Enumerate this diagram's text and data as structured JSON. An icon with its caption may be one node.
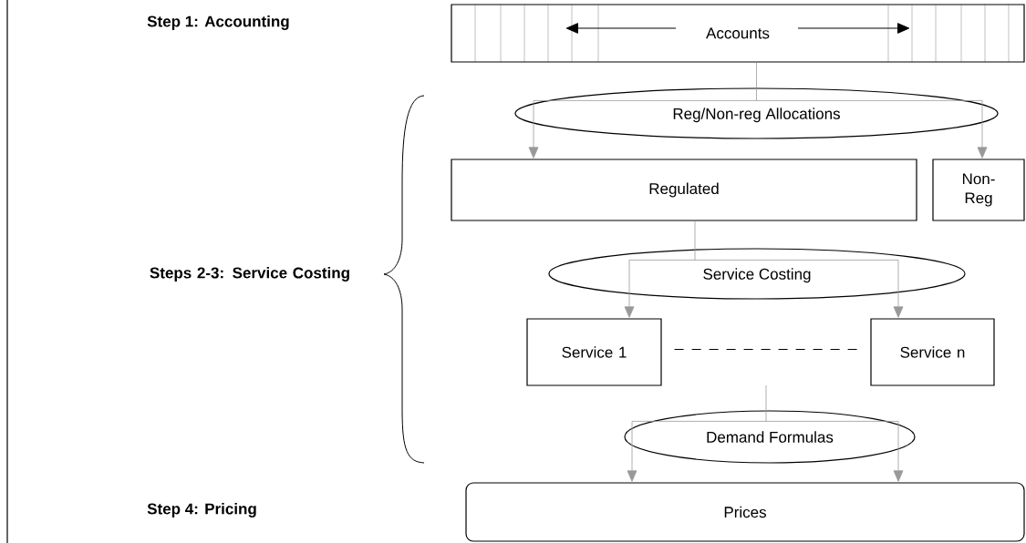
{
  "diagram": {
    "nodes": [
      {
        "text": [
          "Accounts"
        ]
      },
      {
        "text": [
          "Reg/Non-reg Allocations"
        ]
      },
      {
        "text": [
          "Regulated"
        ]
      },
      {
        "text": [
          "Non-Reg"
        ]
      },
      {
        "text": [
          "Service Costing"
        ]
      },
      {
        "text": [
          "Service 1"
        ]
      },
      {
        "text": [
          "Service n"
        ]
      },
      {
        "text": [
          "Demand Formulas"
        ]
      },
      {
        "text": [
          "Prices"
        ]
      }
    ],
    "edges": [
      {
        "from": 0,
        "to": 1,
        "arrow": "none"
      },
      {
        "from": 1,
        "to": 2,
        "arrow": "to"
      },
      {
        "from": 1,
        "to": 3,
        "arrow": "to"
      },
      {
        "from": 2,
        "to": 4,
        "arrow": "none"
      },
      {
        "from": 4,
        "to": 5,
        "arrow": "to"
      },
      {
        "from": 4,
        "to": 6,
        "arrow": "to"
      },
      {
        "from": 5,
        "to": 6,
        "arrow": "none",
        "style": "dashed",
        "color": "#000000"
      },
      {
        "from": null,
        "to": 7,
        "arrow": "none"
      },
      {
        "from": 7,
        "to": 8,
        "arrow": "to"
      },
      {
        "from": 7,
        "to": 8,
        "arrow": "to"
      }
    ],
    "labels": [
      "Step 1: Accounting",
      "Steps 2-3: Service Costing",
      "Step 4: Pricing"
    ]
  }
}
